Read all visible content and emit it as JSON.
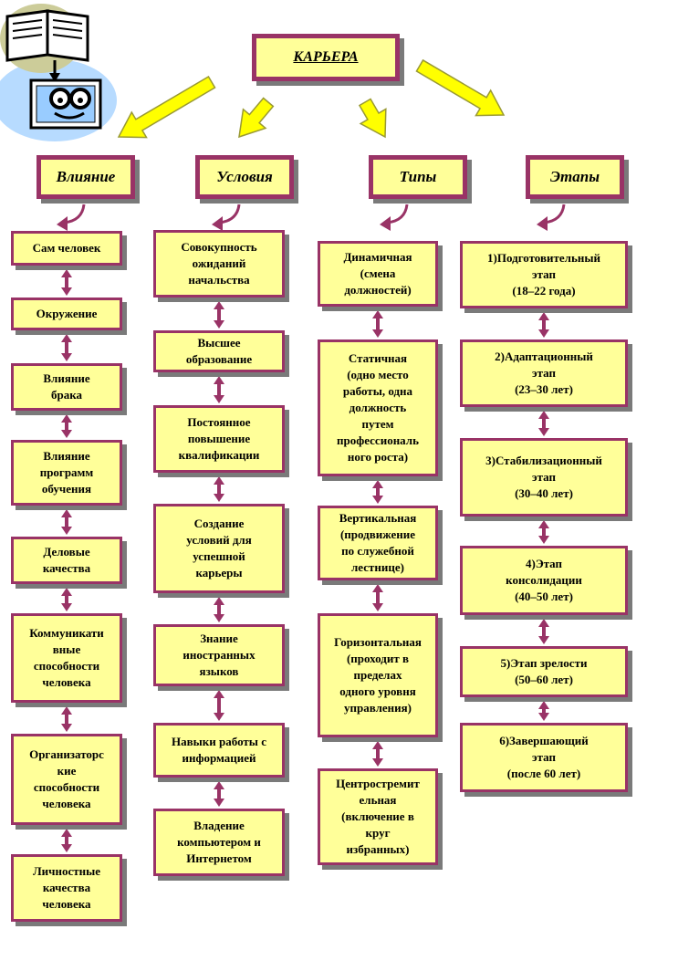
{
  "title": "КАРЬЕРА",
  "columns": [
    {
      "header": "Влияние",
      "items": [
        "Сам человек",
        "Окружение",
        "Влияние\nбрака",
        "Влияние\nпрограмм\nобучения",
        "Деловые\nкачества",
        "Коммуникати\nвные\nспособности\nчеловека",
        "Организаторс\nкие\nспособности\nчеловека",
        "Личностные\nкачества\nчеловека"
      ]
    },
    {
      "header": "Условия",
      "items": [
        "Совокупность\nожиданий\nначальства",
        "Высшее\nобразование",
        "Постоянное\nповышение\nквалификации",
        "Создание\nусловий для\nуспешной\nкарьеры",
        "Знание\nиностранных\nязыков",
        "Навыки работы с\nинформацией",
        "Владение\nкомпьютером и\nИнтернетом"
      ]
    },
    {
      "header": "Типы",
      "items": [
        "Динамичная\n(смена\nдолжностей)",
        "Статичная\n(одно место\nработы, одна\nдолжность\nпутем\nпрофессиональ\nного роста)",
        "Вертикальная\n(продвижение\nпо служебной\nлестнице)",
        "Горизонтальная\n(проходит в\nпределах\nодного уровня\nуправления)",
        "Центростремит\nельная\n(включение в\nкруг\nизбранных)"
      ]
    },
    {
      "header": "Этапы",
      "items": [
        "1)Подготовительный\nэтап\n(18–22 года)",
        "2)Адаптационный\nэтап\n(23–30 лет)",
        "3)Стабилизационный\nэтап\n(30–40 лет)",
        "4)Этап\nконсолидации\n(40–50 лет)",
        "5)Этап зрелости\n(50–60 лет)",
        "6)Завершающий\nэтап\n(после 60 лет)"
      ]
    }
  ],
  "colors": {
    "box_fill": "#ffff99",
    "box_border": "#993366",
    "arrow_fill": "#ffff00",
    "arrow_stroke": "#999933",
    "connector": "#993366"
  },
  "icon": "book-and-reader-icon"
}
